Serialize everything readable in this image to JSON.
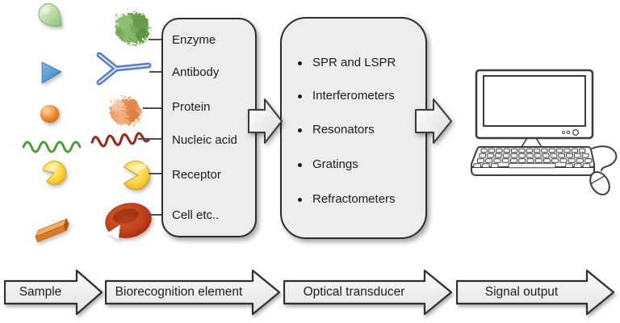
{
  "diagram": {
    "flow_steps": [
      "Sample",
      "Biorecognition element",
      "Optical transducer",
      "Signal output"
    ],
    "biorecognition_labels": [
      "Enzyme",
      "Antibody",
      "Protein",
      "Nucleic acid",
      "Receptor",
      "Cell etc.."
    ],
    "transducer_bullets": [
      "SPR and LSPR",
      "Interferometers",
      "Resonators",
      "Gratings",
      "Refractometers"
    ],
    "sample_icons": [
      "green-droplet-icon",
      "blue-triangle-icon",
      "orange-sphere-icon",
      "green-wave-icon",
      "yellow-heart-icon",
      "orange-rod-icon"
    ],
    "biorecognition_icons": [
      "enzyme-blob-icon",
      "antibody-icon",
      "protein-blob-icon",
      "nucleic-acid-wave-icon",
      "receptor-pacman-icon",
      "cell-icon"
    ],
    "output_icon": "desktop-computer-icon",
    "colors": {
      "panel_fill": "#ededed",
      "panel_border": "#2d2d2d",
      "arrow_fill_light": "#fbfbfb",
      "arrow_fill_dark": "#e2e2e2",
      "text": "#1c1c1c",
      "droplet_green": "#9cc985",
      "triangle_blue": "#4f8fd0",
      "sphere_orange": "#ee8a2f",
      "wave_green": "#4f9a3b",
      "nucleic_red": "#9c2a1c",
      "receptor_yellow": "#ffd54a",
      "cell_red": "#b23313",
      "antibody_blue": "#5b7fc4",
      "enzyme_green": "#74a85a",
      "protein_orange": "#e89a66",
      "lineart_gray": "#3d3d3d"
    }
  }
}
